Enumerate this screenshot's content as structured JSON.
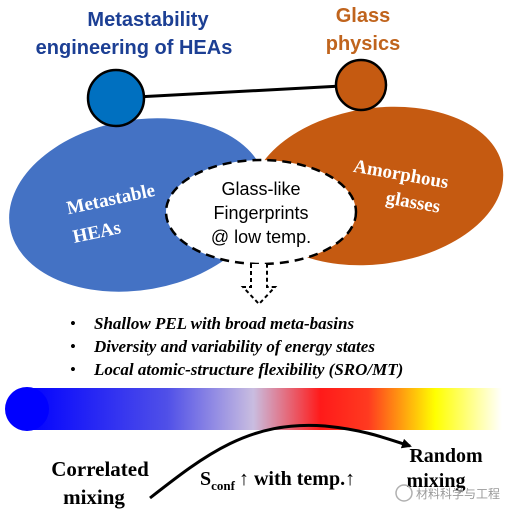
{
  "labels": {
    "heas_title_line1": "Metastability",
    "heas_title_line2": "engineering of HEAs",
    "glass_title_line1": "Glass",
    "glass_title_line2": "physics",
    "left_ellipse_line1": "Metastable",
    "left_ellipse_line2": "HEAs",
    "right_ellipse_line1": "Amorphous",
    "right_ellipse_line2": "glasses",
    "center_line1": "Glass-like",
    "center_line2": "Fingerprints",
    "center_line3": "@ low temp."
  },
  "bullets": [
    "Shallow PEL with broad meta-basins",
    "Diversity and variability of energy states",
    "Local atomic-structure flexibility (SRO/MT)"
  ],
  "bottom": {
    "left_line1": "Correlated",
    "left_line2": "mixing",
    "right_line1": "Random",
    "right_line2": "mixing",
    "entropy_symbol": "S",
    "entropy_subscript": "conf",
    "entropy_text": "↑ with temp.↑"
  },
  "watermark": "材料科学与工程",
  "colors": {
    "title_blue": "#1c3f94",
    "title_orange": "#c0641d",
    "left_ellipse": "#4472c4",
    "right_ellipse": "#c55a11",
    "small_circle_blue": "#0070c0",
    "small_circle_orange": "#c55a11",
    "gradient": [
      "#0000ff",
      "#c4b8e0",
      "#ff0000",
      "#ffff00",
      "#ffffff"
    ]
  }
}
